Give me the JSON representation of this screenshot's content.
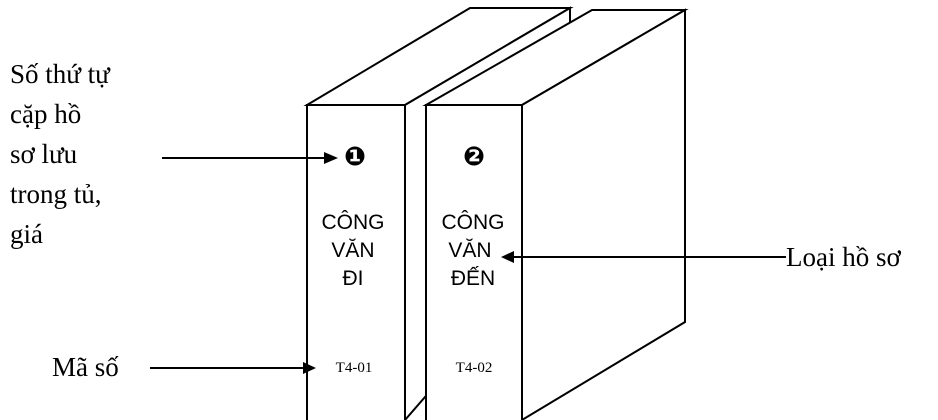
{
  "left_label": {
    "lines": [
      "Số thứ tự",
      "cặp hồ",
      "sơ lưu",
      "trong tủ,",
      "giá"
    ]
  },
  "code_label": "Mã số",
  "type_label": "Loại hồ sơ",
  "binders": [
    {
      "number_badge": "❶",
      "title_lines": [
        "CÔNG",
        "VĂN",
        "ĐI"
      ],
      "code": "T4-01"
    },
    {
      "number_badge": "❷",
      "title_lines": [
        "CÔNG",
        "VĂN",
        "ĐẾN"
      ],
      "code": "T4-02"
    }
  ],
  "colors": {
    "line": "#000000",
    "fill": "#ffffff"
  }
}
